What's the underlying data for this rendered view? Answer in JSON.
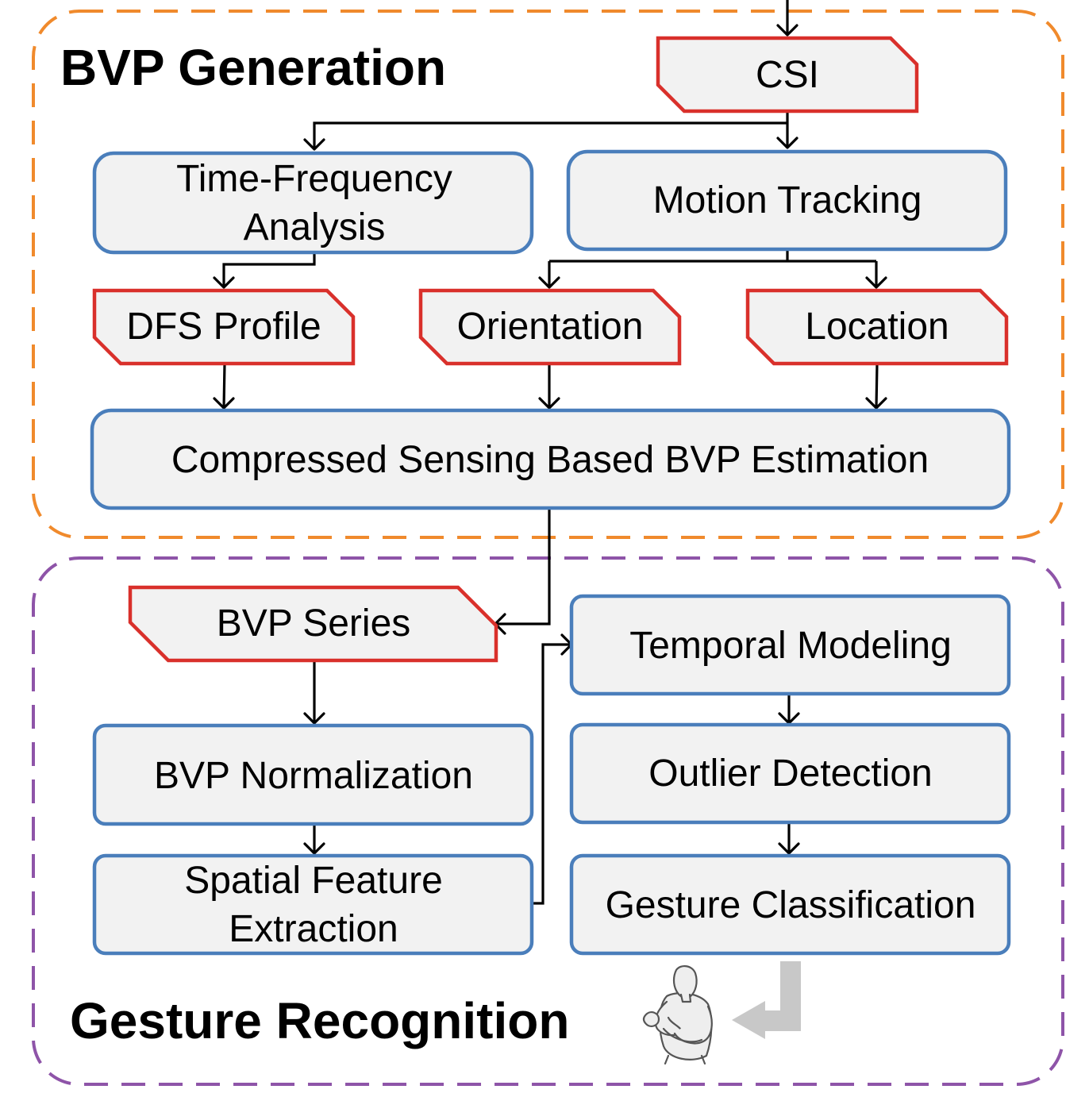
{
  "groups": {
    "generation": {
      "title": "BVP Generation",
      "border_color": "#f08a2c"
    },
    "recognition": {
      "title": "Gesture Recognition",
      "border_color": "#8e54a8"
    }
  },
  "nodes": {
    "csi": {
      "kind": "data",
      "line1": "CSI"
    },
    "tfa": {
      "kind": "process",
      "line1": "Time-Frequency",
      "line2": "Analysis"
    },
    "motion": {
      "kind": "process",
      "line1": "Motion Tracking"
    },
    "dfs": {
      "kind": "data",
      "line1": "DFS Profile"
    },
    "orientation": {
      "kind": "data",
      "line1": "Orientation"
    },
    "location": {
      "kind": "data",
      "line1": "Location"
    },
    "csbve": {
      "kind": "process",
      "line1": "Compressed Sensing Based BVP Estimation"
    },
    "bvp_series": {
      "kind": "data",
      "line1": "BVP Series"
    },
    "temporal": {
      "kind": "process",
      "line1": "Temporal Modeling"
    },
    "normalization": {
      "kind": "process",
      "line1": "BVP Normalization"
    },
    "outlier": {
      "kind": "process",
      "line1": "Outlier Detection"
    },
    "spatial": {
      "kind": "process",
      "line1": "Spatial Feature",
      "line2": "Extraction"
    },
    "classification": {
      "kind": "process",
      "line1": "Gesture Classification"
    }
  },
  "edges": [
    {
      "from": "input",
      "to": "csi"
    },
    {
      "from": "csi",
      "to": "tfa"
    },
    {
      "from": "csi",
      "to": "motion"
    },
    {
      "from": "tfa",
      "to": "dfs"
    },
    {
      "from": "motion",
      "to": "orientation"
    },
    {
      "from": "motion",
      "to": "location"
    },
    {
      "from": "dfs",
      "to": "csbve"
    },
    {
      "from": "orientation",
      "to": "csbve"
    },
    {
      "from": "location",
      "to": "csbve"
    },
    {
      "from": "csbve",
      "to": "bvp_series"
    },
    {
      "from": "bvp_series",
      "to": "normalization"
    },
    {
      "from": "normalization",
      "to": "spatial"
    },
    {
      "from": "spatial",
      "to": "temporal"
    },
    {
      "from": "temporal",
      "to": "outlier"
    },
    {
      "from": "outlier",
      "to": "classification"
    },
    {
      "from": "classification",
      "to": "person-icon"
    }
  ],
  "colors": {
    "process_border": "#4a7ebb",
    "data_border": "#d9302b",
    "node_fill": "#f2f2f2",
    "result_arrow": "#c8c8c8"
  },
  "icons": {
    "result": "person-gesturing-icon"
  }
}
